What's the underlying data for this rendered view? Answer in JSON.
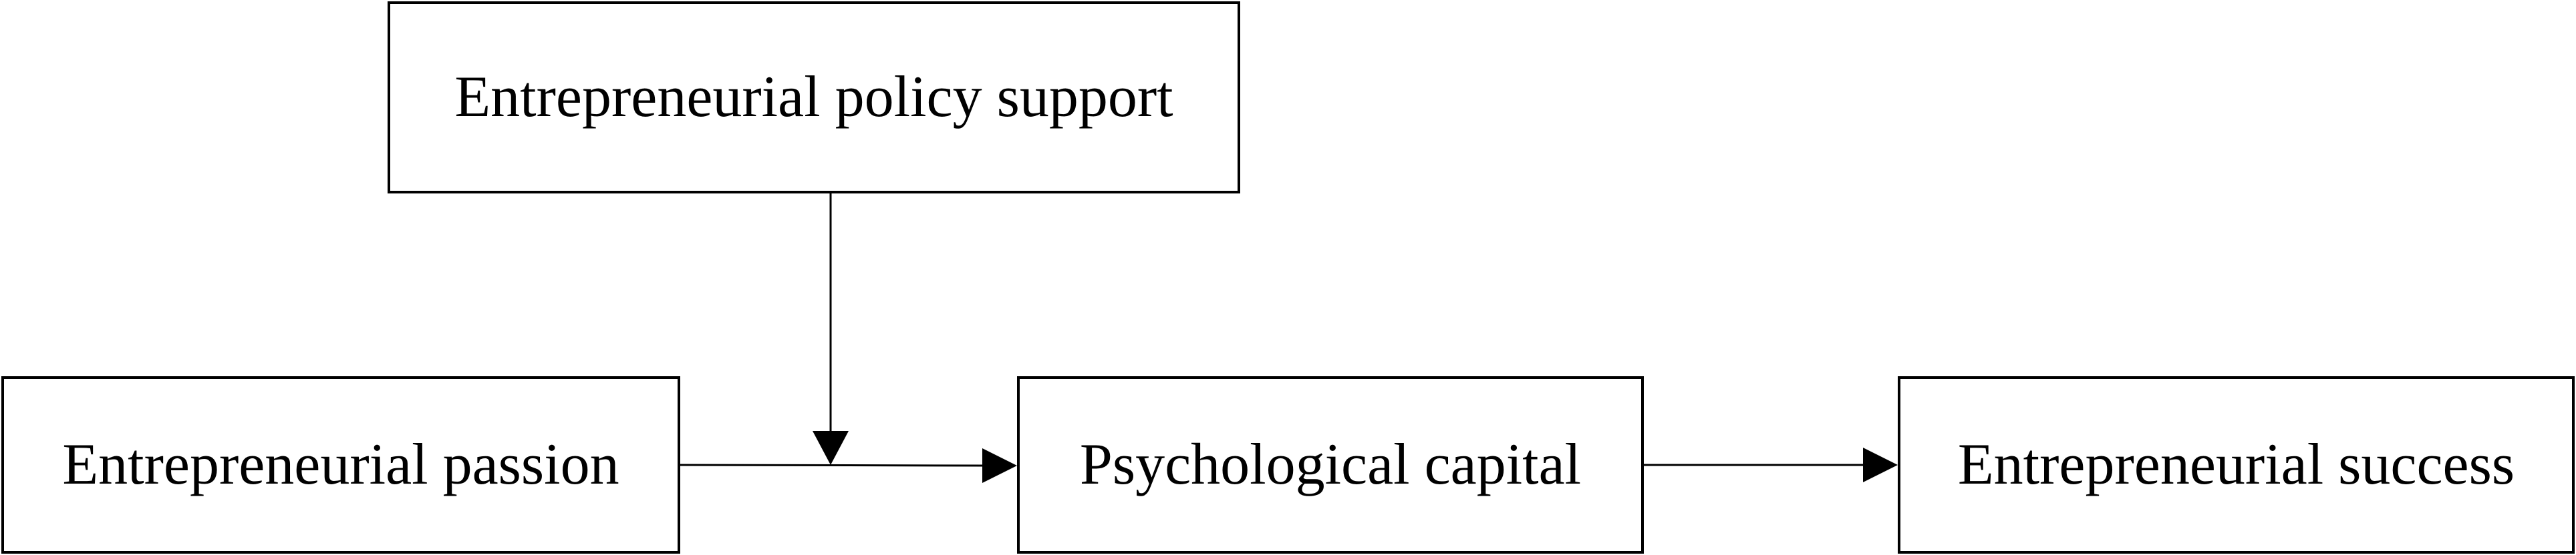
{
  "diagram": {
    "nodes": {
      "policy_support": {
        "label": "Entrepreneurial policy support"
      },
      "passion": {
        "label": "Entrepreneurial passion"
      },
      "psych_capital": {
        "label": "Psychological capital"
      },
      "success": {
        "label": "Entrepreneurial success"
      }
    },
    "edges": [
      {
        "from": "passion",
        "to": "psych_capital",
        "kind": "direct"
      },
      {
        "from": "psych_capital",
        "to": "success",
        "kind": "direct"
      },
      {
        "from": "policy_support",
        "to": "passion->psych_capital",
        "kind": "moderation"
      }
    ],
    "colors": {
      "stroke": "#000000",
      "background": "#ffffff",
      "text": "#000000"
    }
  }
}
